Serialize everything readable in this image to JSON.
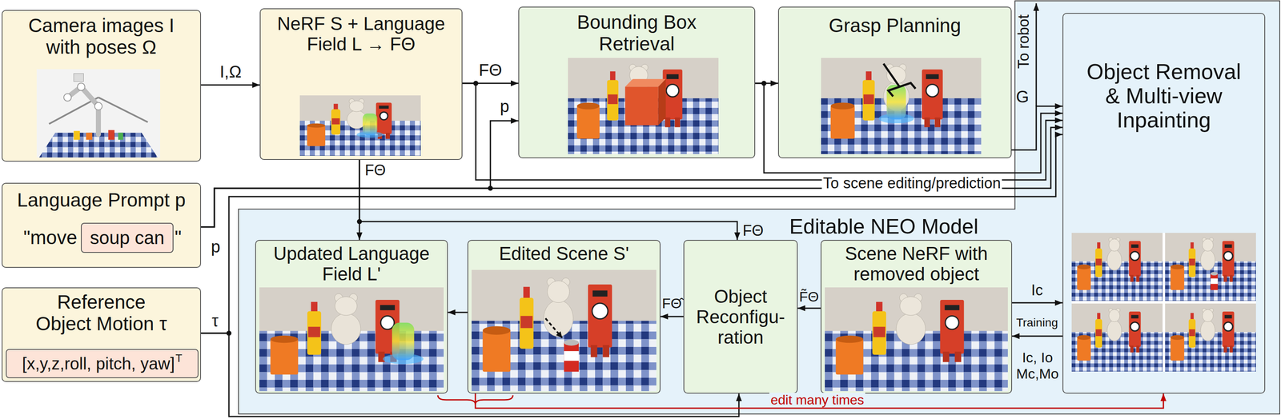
{
  "diagram": {
    "nodes": [
      {
        "text": [
          "Camera images I with poses Ω"
        ]
      },
      {
        "text": [
          "NeRF S + Language Field L → FΘ"
        ]
      },
      {
        "text": [
          "Bounding Box Retrieval"
        ]
      },
      {
        "text": [
          "Grasp Planning"
        ]
      },
      {
        "text": [
          "Object Removal & Multi-view Inpainting"
        ]
      },
      {
        "text": [
          "Language Prompt p"
        ]
      },
      {
        "text": [
          "soup can"
        ],
        "in": 5
      },
      {
        "text": [
          "Reference Object Motion τ"
        ]
      },
      {
        "text": [
          "[x,y,z,roll, pitch, yaw]",
          "T"
        ],
        "in": 7
      },
      {
        "text": [
          "Editable NEO Model"
        ]
      },
      {
        "text": [
          "Updated Language Field L'"
        ],
        "in": 9
      },
      {
        "text": [
          "Edited Scene S'"
        ],
        "in": 9
      },
      {
        "text": [
          "Object Reconfigu- ration"
        ],
        "in": 9
      },
      {
        "text": [
          "Scene NeRF with removed object"
        ],
        "in": 9
      }
    ],
    "edges": [
      {
        "from": 0,
        "to": 1,
        "arrow": "to",
        "label": "I,Ω"
      },
      {
        "from": 1,
        "to": 2,
        "arrow": "to",
        "label": "FΘ"
      },
      {
        "from": 5,
        "to": 2,
        "arrow": "to",
        "label": "p"
      },
      {
        "from": 2,
        "to": 3,
        "arrow": "to"
      },
      {
        "from": 3,
        "to": 4,
        "arrow": "to",
        "label": "G"
      },
      {
        "from": 2,
        "to": 4,
        "arrow": "to"
      },
      {
        "from": 1,
        "to": 4,
        "arrow": "to"
      },
      {
        "from": 5,
        "to": 4,
        "arrow": "to",
        "label": "p"
      },
      {
        "from": 7,
        "to": 4,
        "arrow": "to"
      },
      {
        "from": 1,
        "to": 10,
        "arrow": "to",
        "label": "FΘ"
      },
      {
        "from": 1,
        "to": 12,
        "arrow": "to",
        "label": "FΘ"
      },
      {
        "from": 13,
        "to": 12,
        "arrow": "to",
        "label": "F̃Θ"
      },
      {
        "from": 12,
        "to": 11,
        "arrow": "to",
        "label": "FΘ̂"
      },
      {
        "from": 11,
        "to": 10,
        "arrow": "to"
      },
      {
        "from": 13,
        "to": 4,
        "arrow": "to",
        "label": "Ic"
      },
      {
        "from": 4,
        "to": 13,
        "arrow": "to",
        "label": "Ic, Io Mc,Mo"
      },
      {
        "from": 7,
        "to": 12,
        "arrow": "to",
        "label": "τ"
      },
      {
        "from": 11,
        "to": 4,
        "arrow": "to",
        "label": "edit many times"
      }
    ],
    "labels": [
      "To robot",
      "To scene editing/prediction",
      "\"move",
      "\"",
      "Training"
    ]
  }
}
